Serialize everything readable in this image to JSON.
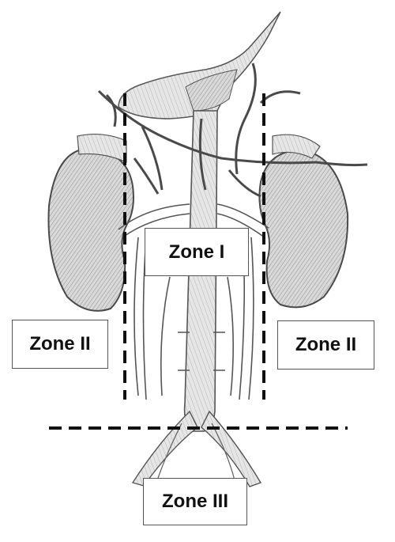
{
  "zones": {
    "zone_i": "Zone I",
    "zone_ii_left": "Zone II",
    "zone_ii_right": "Zone II",
    "zone_iii": "Zone III"
  },
  "colors": {
    "organ_fill": "#d6d6d6",
    "organ_shade": "#a9a9a9",
    "stroke": "#4a4a4a",
    "dash": "#111111"
  }
}
